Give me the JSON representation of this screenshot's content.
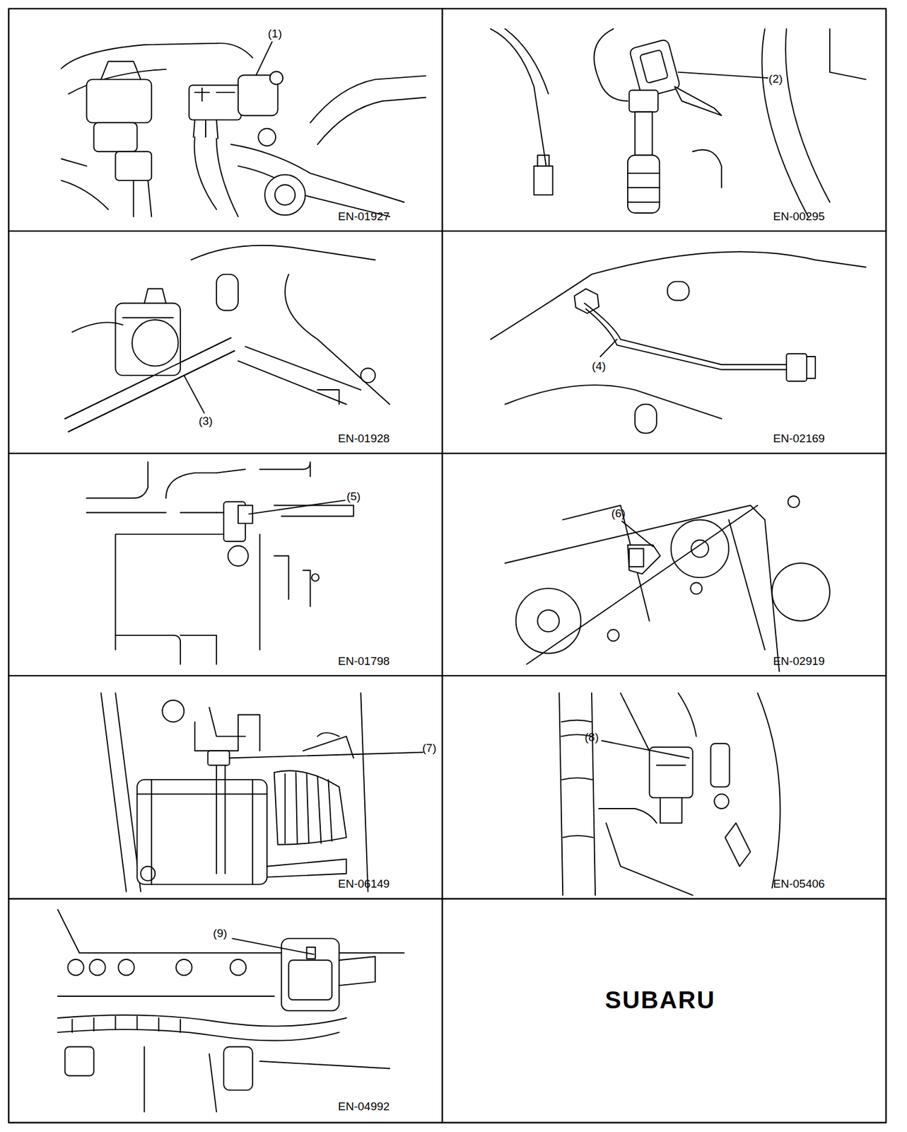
{
  "diagram": {
    "labels": [
      "(1)",
      "EN-01927",
      "(2)",
      "EN-00295",
      "(3)",
      "EN-01928",
      "(4)",
      "EN-02169",
      "(5)",
      "EN-01798",
      "(6)",
      "EN-02919",
      "(7)",
      "EN-06149",
      "(8)",
      "EN-05406",
      "(9)",
      "EN-04992",
      "SUBARU"
    ]
  }
}
